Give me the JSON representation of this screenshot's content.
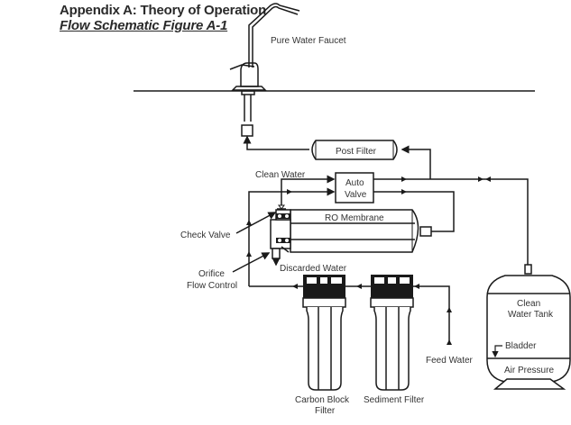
{
  "header": {
    "title": "Appendix A: Theory of Operation",
    "subtitle": "Flow Schematic  Figure A-1"
  },
  "labels": {
    "pure_water_faucet": "Pure Water Faucet",
    "post_filter": "Post Filter",
    "clean_water": "Clean Water",
    "auto_valve_line1": "Auto",
    "auto_valve_line2": "Valve",
    "ro_membrane": "RO Membrane",
    "check_valve": "Check Valve",
    "orifice_line1": "Orifice",
    "orifice_line2": "Flow Control",
    "discarded_water": "Discarded Water",
    "clean_water_tank_line1": "Clean",
    "clean_water_tank_line2": "Water Tank",
    "bladder": "Bladder",
    "air_pressure": "Air Pressure",
    "feed_water": "Feed Water",
    "carbon_block_line1": "Carbon Block",
    "carbon_block_line2": "Filter",
    "sediment_filter": "Sediment Filter"
  },
  "colors": {
    "line": "#1a1a1a",
    "text": "#333333"
  }
}
